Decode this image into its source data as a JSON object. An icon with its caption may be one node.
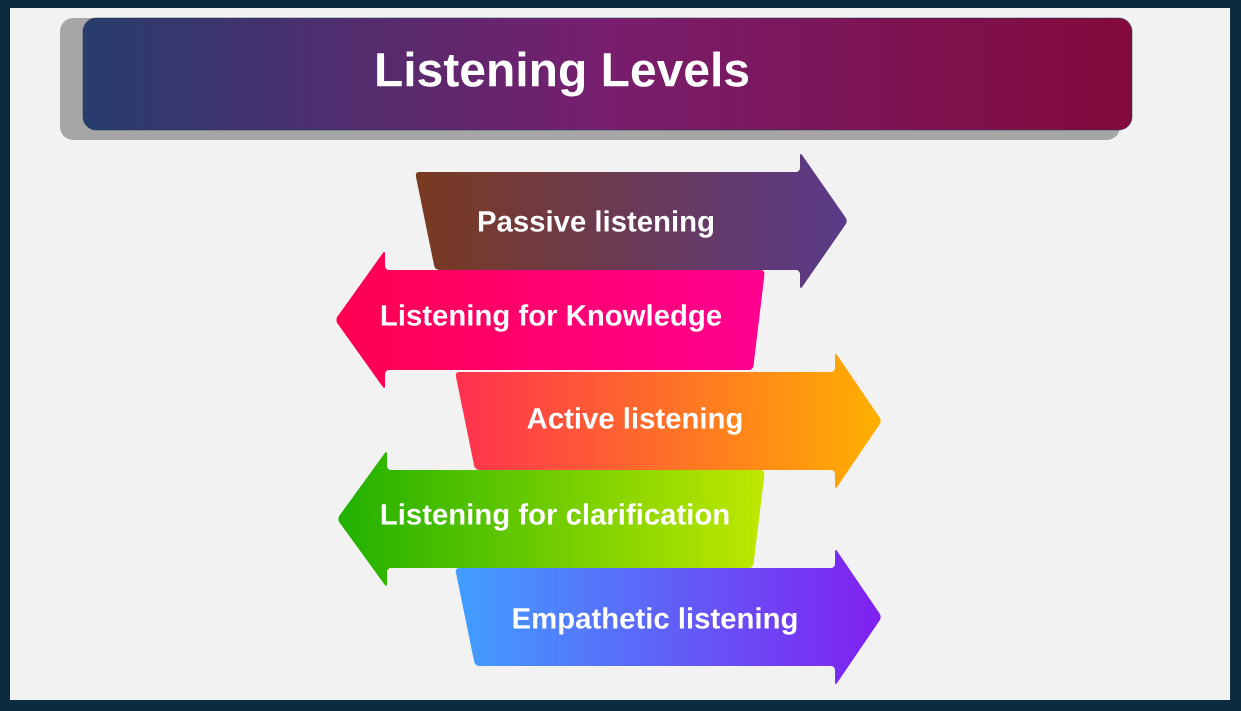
{
  "diagram": {
    "title": "Listening Levels",
    "nodes": [
      {
        "text": [
          "Passive listening"
        ]
      },
      {
        "text": [
          "Listening for Knowledge"
        ]
      },
      {
        "text": [
          "Active listening"
        ]
      },
      {
        "text": [
          "Listening for clarification"
        ]
      },
      {
        "text": [
          "Empathetic listening"
        ]
      }
    ]
  }
}
